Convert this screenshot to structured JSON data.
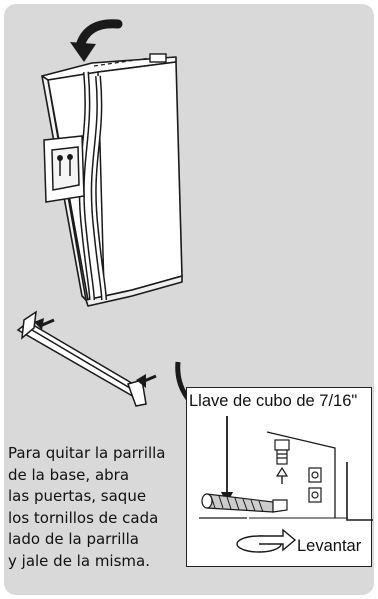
{
  "instructions": {
    "lines": [
      "Para quitar la parrilla",
      "de la base, abra",
      "las puertas, saque",
      "los tornillos de cada",
      "lado de la parrilla",
      "y jale de la misma."
    ]
  },
  "detail": {
    "tool_label": "Llave de cubo de 7/16\"",
    "action_label": "Levantar"
  },
  "colors": {
    "background": "#d9d9d9",
    "line": "#1a1a1a",
    "fill": "#ffffff"
  }
}
